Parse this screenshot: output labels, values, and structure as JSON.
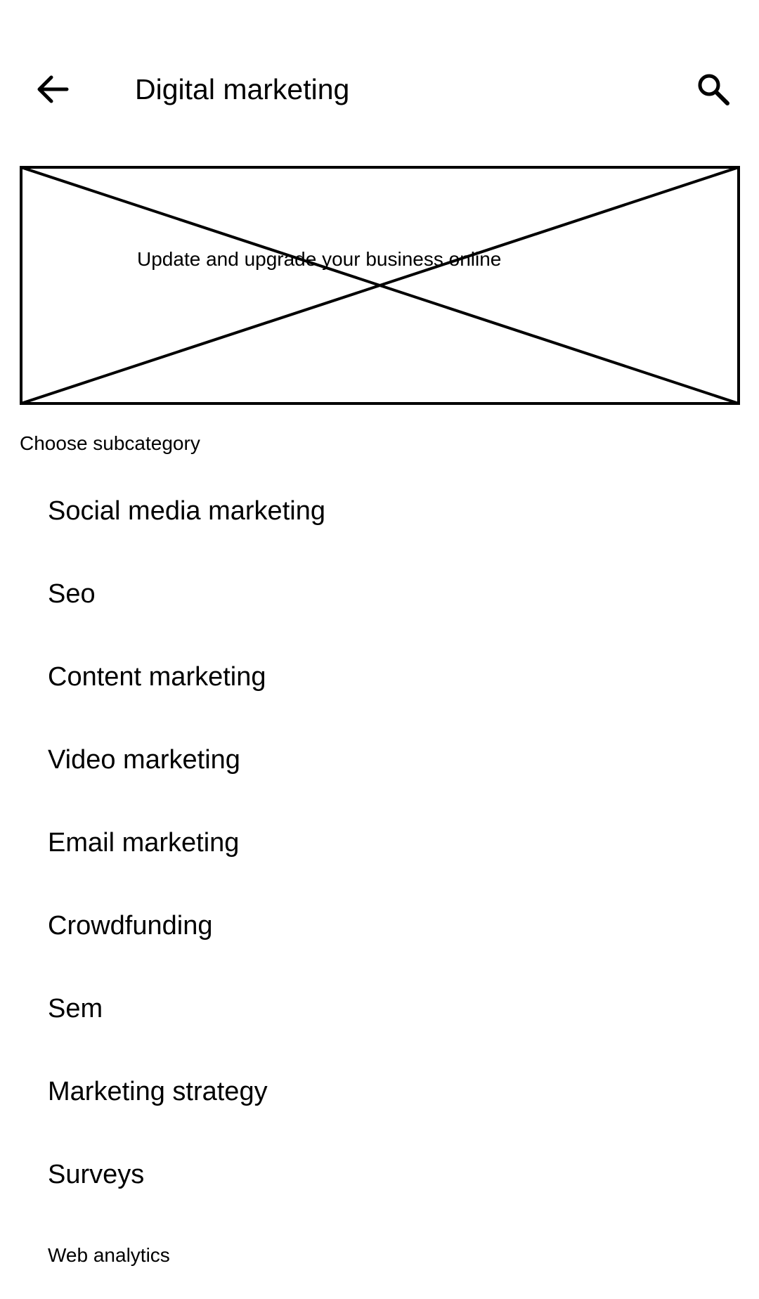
{
  "app_bar": {
    "back_icon": "arrow-left-icon",
    "title": "Digital marketing",
    "search_icon": "search-icon"
  },
  "banner": {
    "image_placeholder": "image-placeholder-icon",
    "text": "Update and upgrade your business online"
  },
  "subcategories": {
    "label": "Choose subcategory",
    "items": [
      {
        "label": "Social media marketing"
      },
      {
        "label": "Seo"
      },
      {
        "label": "Content marketing"
      },
      {
        "label": "Video marketing"
      },
      {
        "label": "Email marketing"
      },
      {
        "label": "Crowdfunding"
      },
      {
        "label": "Sem"
      },
      {
        "label": "Marketing strategy"
      },
      {
        "label": "Surveys"
      },
      {
        "label": "Web analytics"
      }
    ]
  },
  "colors": {
    "background": "#ffffff",
    "foreground": "#000000"
  }
}
